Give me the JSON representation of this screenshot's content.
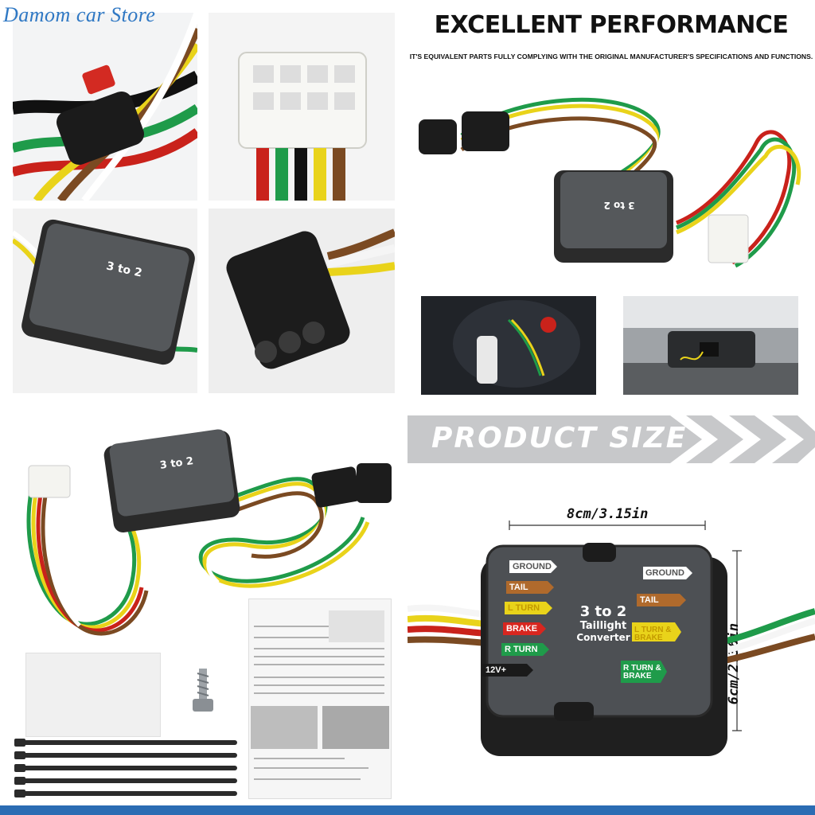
{
  "store": {
    "name": "Damom car Store"
  },
  "headline": {
    "title": "EXCELLENT PERFORMANCE",
    "subtitle": "IT'S EQUIVALENT PARTS FULLY COMPLYING WITH THE ORIGINAL MANUFACTURER'S SPECIFICATIONS AND FUNCTIONS."
  },
  "product_size": {
    "title": "PRODUCT SIZE",
    "width_label": "8cm/3.15in",
    "height_label": "6cm/2.36in"
  },
  "converter": {
    "title_line1": "3 to 2",
    "title_line2": "Taillight",
    "title_line3": "Converter",
    "left_labels": [
      "GROUND",
      "TAIL",
      "L TURN",
      "BRAKE",
      "R TURN",
      "12V+"
    ],
    "right_labels": [
      "GROUND",
      "TAIL",
      "L TURN & BRAKE",
      "R TURN & BRAKE"
    ]
  },
  "colors": {
    "brand_blue": "#2b6cb3",
    "ground": "#ffffff",
    "tail": "#b06a2c",
    "l_turn": "#e9d31a",
    "brake": "#d8261f",
    "r_turn": "#1f9b4a",
    "power": "#1a1a1a"
  }
}
